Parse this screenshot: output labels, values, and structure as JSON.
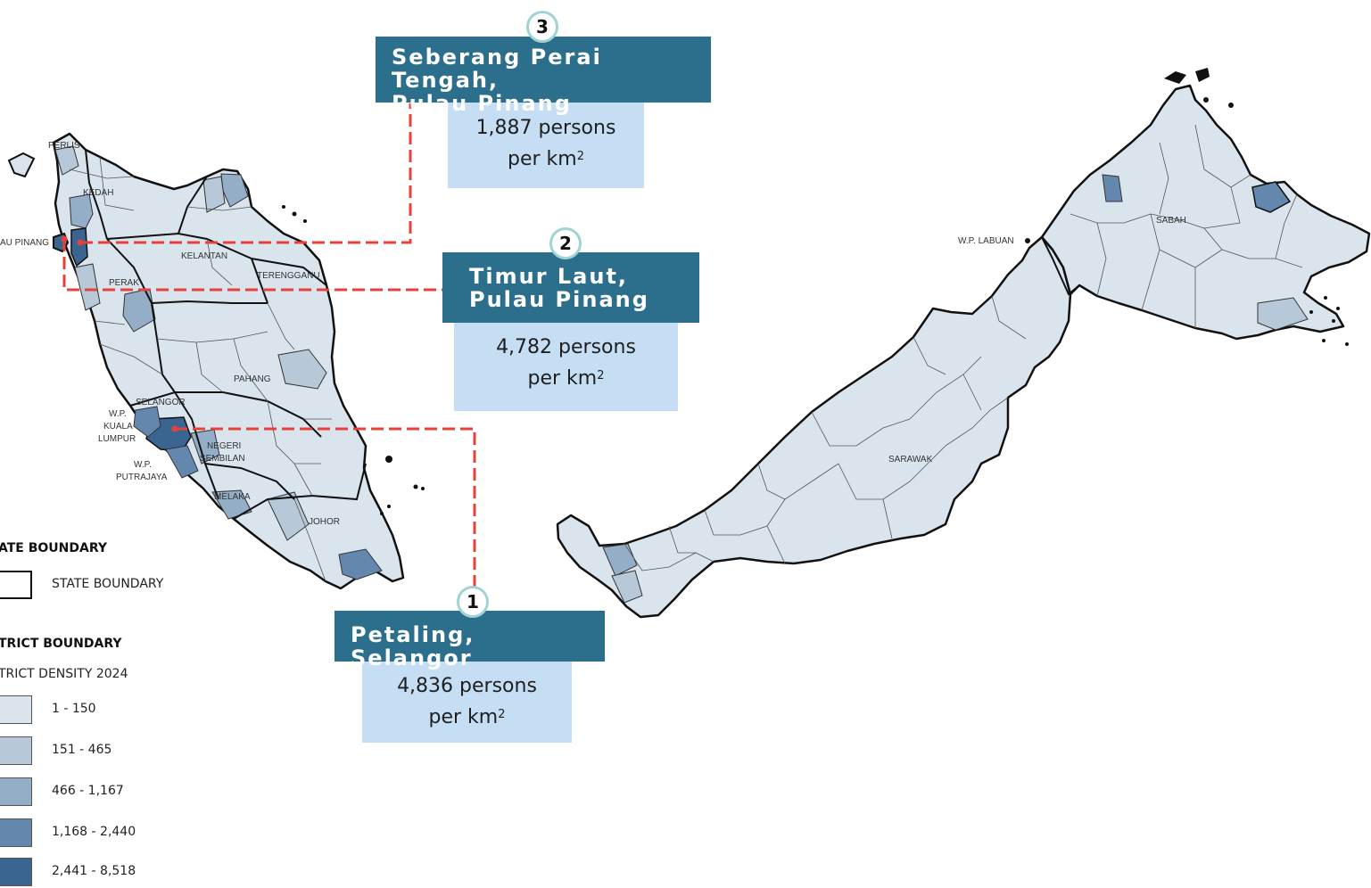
{
  "map": {
    "labels": {
      "perlis": "PERLIS",
      "kedah": "KEDAH",
      "pulau_pinang": "AU PINANG",
      "kelantan": "KELANTAN",
      "terengganu": "TERENGGANU",
      "perak": "PERAK",
      "pahang": "PAHANG",
      "selangor": "SELANGOR",
      "kuala_lumpur_1": "W.P.",
      "kuala_lumpur_2": "KUALA",
      "kuala_lumpur_3": "LUMPUR",
      "putrajaya_1": "W.P.",
      "putrajaya_2": "PUTRAJAYA",
      "negeri_sembilan_1": "NEGERI",
      "negeri_sembilan_2": "SEMBILAN",
      "melaka": "MELAKA",
      "johor": "JOHOR",
      "labuan": "W.P. LABUAN",
      "sabah": "SABAH",
      "sarawak": "SARAWAK"
    },
    "colors": {
      "class_1": "#d9e4ec",
      "class_2": "#b7c8d8",
      "class_3": "#93aec6",
      "class_4": "#6487ae",
      "class_5": "#3a6590",
      "callout_line": "#e8413b",
      "callout_title_bg": "#2c6f8c",
      "callout_value_bg": "#c5def3"
    }
  },
  "callouts": [
    {
      "rank": "1",
      "title": "Petaling, Selangor",
      "value": "4,836 persons",
      "unit": "per km",
      "unit_sup": "2"
    },
    {
      "rank": "2",
      "title": "Timur Laut,\nPulau Pinang",
      "value": "4,782 persons",
      "unit": "per km",
      "unit_sup": "2"
    },
    {
      "rank": "3",
      "title": "Seberang Perai Tengah,\nPulau Pinang",
      "value": "1,887 persons",
      "unit": "per km",
      "unit_sup": "2"
    }
  ],
  "legend": {
    "state_heading": "ATE BOUNDARY",
    "state_item": "STATE BOUNDARY",
    "district_heading": "TRICT BOUNDARY",
    "district_subheading": "TRICT DENSITY 2024",
    "classes": [
      {
        "label": "1 - 150",
        "color": "#d9e4ec"
      },
      {
        "label": "151 - 465",
        "color": "#b7c8d8"
      },
      {
        "label": "466 - 1,167",
        "color": "#93aec6"
      },
      {
        "label": "1,168 - 2,440",
        "color": "#6487ae"
      },
      {
        "label": "2,441 - 8,518",
        "color": "#3a6590"
      }
    ]
  }
}
